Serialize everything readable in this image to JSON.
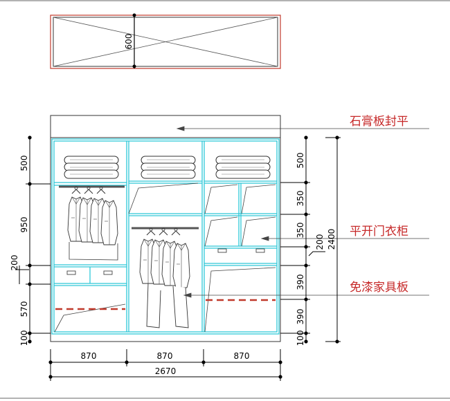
{
  "plan_view": {
    "depth_label": "600"
  },
  "callouts": [
    {
      "label": "石膏板封平"
    },
    {
      "label": "平开门衣柜"
    },
    {
      "label": "免漆家具板"
    }
  ],
  "dimensions": {
    "left": [
      "500",
      "950",
      "200",
      "570",
      "100"
    ],
    "right": [
      "500",
      "350",
      "350",
      "200",
      "390",
      "390",
      "100"
    ],
    "total_height": "2400",
    "widths": [
      "870",
      "870",
      "870"
    ],
    "total_width": "2670"
  },
  "colors": {
    "cabinet_line": "#2ec8d8",
    "callout_text": "#c62828",
    "plan_border": "#c0392b",
    "dashed_line": "#c0392b"
  }
}
